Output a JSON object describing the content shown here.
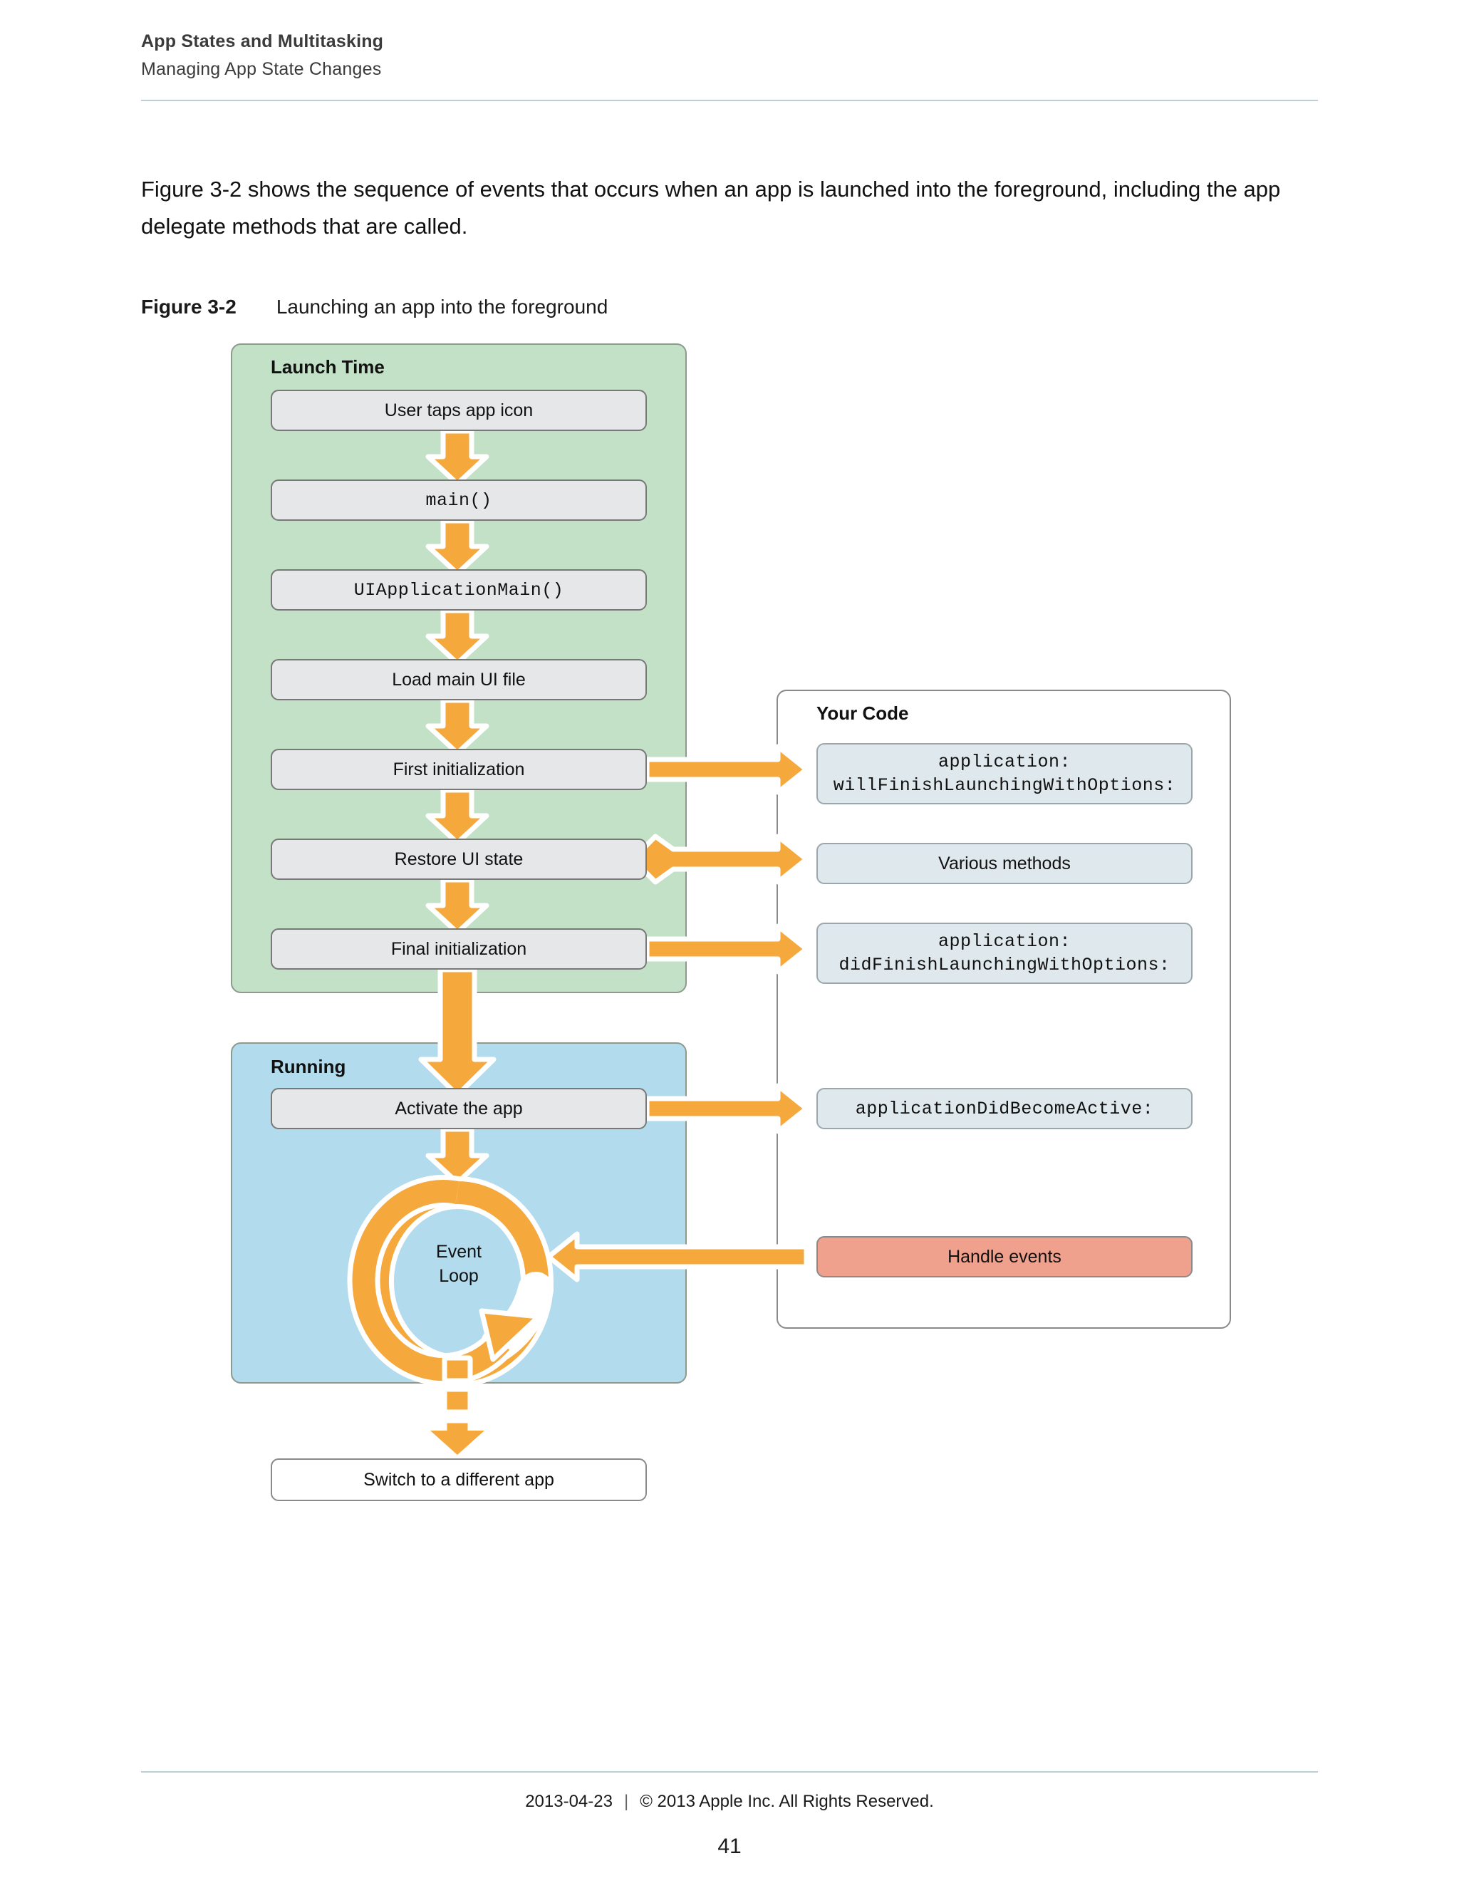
{
  "header": {
    "book_title": "App States and Multitasking",
    "chapter_title": "Managing App State Changes"
  },
  "body": {
    "paragraph": "Figure 3-2 shows the sequence of events that occurs when an app is launched into the foreground, including the app delegate methods that are called."
  },
  "figure": {
    "number": "Figure 3-2",
    "title": "Launching an app into the foreground",
    "panels": {
      "launch_time": {
        "title": "Launch Time",
        "color": "#c2e1c6"
      },
      "running": {
        "title": "Running",
        "color": "#b2dcee"
      },
      "your_code": {
        "title": "Your Code",
        "color": "#ffffff"
      }
    },
    "steps": {
      "user_taps": "User taps app icon",
      "main": "main()",
      "uiapplicationmain": "UIApplicationMain()",
      "load_main_ui": "Load main UI file",
      "first_init": "First initialization",
      "restore_ui": "Restore UI state",
      "final_init": "Final initialization",
      "activate": "Activate the app",
      "event_loop_line1": "Event",
      "event_loop_line2": "Loop",
      "switch_app": "Switch to a different app"
    },
    "code_boxes": {
      "will_finish_l1": "application:",
      "will_finish_l2": "willFinishLaunchingWithOptions:",
      "various_methods": "Various methods",
      "did_finish_l1": "application:",
      "did_finish_l2": "didFinishLaunchingWithOptions:",
      "did_become_active": "applicationDidBecomeActive:",
      "handle_events": "Handle events"
    },
    "accent_colors": {
      "arrow": "#f5a83c",
      "arrow_outline": "#ffffff",
      "handle_events": "#f0a18d",
      "code_box": "#dfe8ed",
      "step_box": "#e6e7e8"
    }
  },
  "footer": {
    "date": "2013-04-23",
    "separator": "|",
    "copyright": "© 2013 Apple Inc. All Rights Reserved.",
    "page_number": "41"
  }
}
